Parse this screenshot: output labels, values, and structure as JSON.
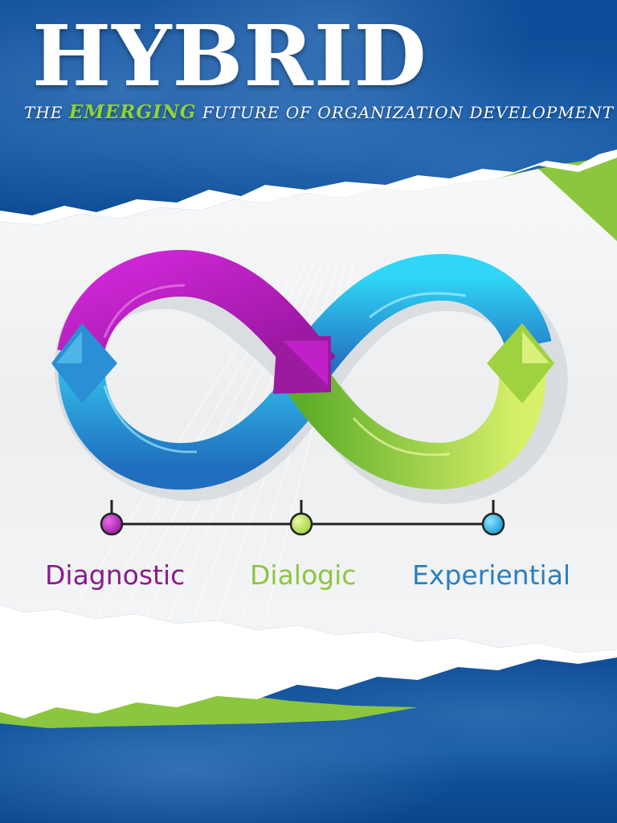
{
  "poster": {
    "title": "HYBRID",
    "subtitle": {
      "prefix": "THE",
      "highlight": "EMERGING",
      "suffix": "FUTURE OF ORGANIZATION DEVELOPMENT"
    }
  },
  "timeline": {
    "stages": [
      {
        "label": "Diagnostic",
        "color": "#8b1a8e"
      },
      {
        "label": "Dialogic",
        "color": "#8cc63f"
      },
      {
        "label": "Experiential",
        "color": "#2a7fc0"
      }
    ]
  },
  "colors": {
    "background": "#0d4a92",
    "accent_green": "#8cc63f",
    "magenta": "#b01fb8",
    "blue": "#2a8fd4",
    "cyan": "#3fd0f5"
  },
  "icons": [
    "infinity-loop-icon",
    "smoke-texture",
    "torn-paper-edge"
  ]
}
